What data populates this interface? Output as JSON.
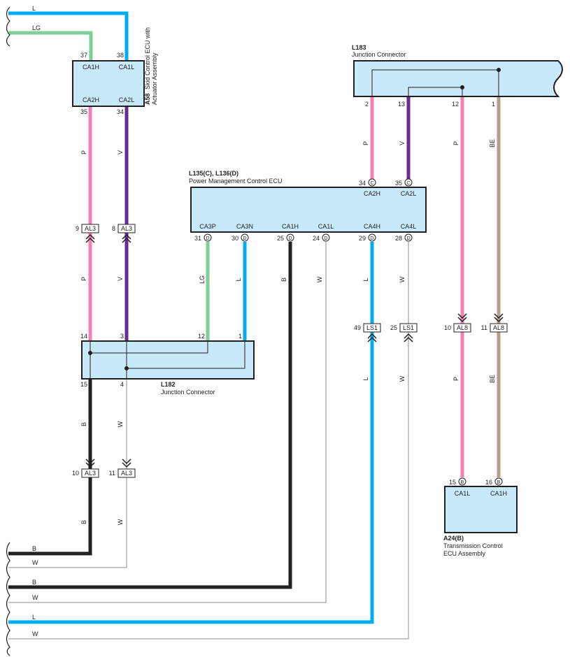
{
  "colors": {
    "L": "#00aeef",
    "LG": "#7fcf9c",
    "P": "#f280b4",
    "V": "#6a2c91",
    "B": "#231f20",
    "W": "#b3b3b3",
    "BE": "#b4a08b",
    "box_fill": "#c7e9f9"
  },
  "components": {
    "a58": {
      "code": "A58",
      "name_line1": "Skid Control ECU with",
      "name_line2": "Actuator Assembly",
      "pins": {
        "ca1h": "CA1H",
        "ca1l": "CA1L",
        "ca2h": "CA2H",
        "ca2l": "CA2L",
        "n37": "37",
        "n38": "38",
        "n35": "35",
        "n34": "34"
      }
    },
    "l183": {
      "code": "L183",
      "name": "Junction Connector",
      "pins": {
        "n2": "2",
        "n13": "13",
        "n12": "12",
        "n1": "1"
      }
    },
    "l135": {
      "code": "L135(C), L136(D)",
      "name": "Power Management Control ECU",
      "pins": {
        "ca2h": "CA2H",
        "ca2l": "CA2L",
        "ca3p": "CA3P",
        "ca3n": "CA3N",
        "ca1h": "CA1H",
        "ca1l": "CA1L",
        "ca4h": "CA4H",
        "ca4l": "CA4L",
        "n34": "34",
        "n35": "35",
        "n31": "31",
        "n30": "30",
        "n25": "25",
        "n24": "24",
        "n29": "29",
        "n28": "28",
        "c": "C",
        "d": "D"
      }
    },
    "l182": {
      "code": "L182",
      "name": "Junction Connector",
      "pins": {
        "n14": "14",
        "n3": "3",
        "n12": "12",
        "n1": "1",
        "n15": "15",
        "n4": "4"
      }
    },
    "a24": {
      "code": "A24(B)",
      "name_line1": "Transmission Control",
      "name_line2": "ECU Assembly",
      "pins": {
        "ca1l": "CA1L",
        "ca1h": "CA1H",
        "n15": "15",
        "n16": "16",
        "b": "B"
      }
    }
  },
  "connectors": {
    "al3": "AL3",
    "al8": "AL8",
    "ls1": "LS1",
    "pins": {
      "al3_9": "9",
      "al3_8": "8",
      "al3_10": "10",
      "al3_11": "11",
      "al8_10": "10",
      "al8_11": "11",
      "ls1_49": "49",
      "ls1_25": "25"
    }
  },
  "wires": {
    "L": "L",
    "LG": "LG",
    "P": "P",
    "V": "V",
    "B": "B",
    "W": "W",
    "BE": "BE"
  }
}
